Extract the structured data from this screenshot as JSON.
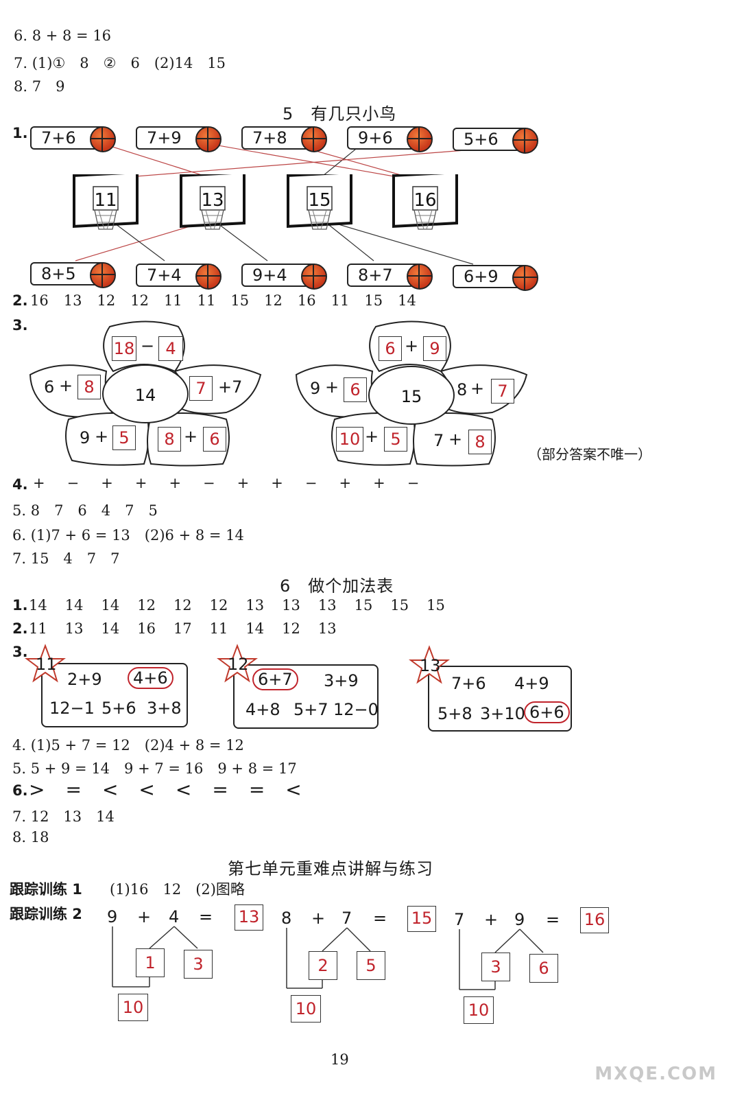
{
  "top": {
    "q6": "6. 8 + 8 = 16",
    "q7": "7. (1)①　8　②　6　(2)14　15",
    "q8": "8. 7　9"
  },
  "section5": {
    "title": "5　有几只小鸟",
    "q1_label": "1.",
    "top_balls": [
      "7+6",
      "7+9",
      "7+8",
      "9+6",
      "5+6"
    ],
    "hoops": [
      "11",
      "13",
      "15",
      "16"
    ],
    "bottom_balls": [
      "8+5",
      "7+4",
      "9+4",
      "8+7",
      "6+9"
    ],
    "q2_label": "2.",
    "q2": [
      "16",
      "13",
      "12",
      "12",
      "11",
      "11",
      "15",
      "12",
      "16",
      "11",
      "15",
      "14"
    ],
    "q3_label": "3.",
    "flower1": {
      "center": "14",
      "top": {
        "a": "18",
        "op": "−",
        "b": "4"
      },
      "left": {
        "a": "6",
        "op": "+",
        "b": "8"
      },
      "right": {
        "a": "7",
        "op": "+7"
      },
      "bl": {
        "a": "9",
        "op": "+",
        "b": "5"
      },
      "br": {
        "a": "8",
        "op": "+",
        "b": "6"
      }
    },
    "flower2": {
      "center": "15",
      "top": {
        "a": "6",
        "op": "+",
        "b": "9"
      },
      "left": {
        "a": "9",
        "op": "+",
        "b": "6"
      },
      "right": {
        "a": "8",
        "op": "+",
        "b": "7"
      },
      "bl": {
        "a": "10",
        "op": "+",
        "b": "5"
      },
      "br": {
        "a": "7",
        "op": "+",
        "b": "8"
      }
    },
    "note": "（部分答案不唯一）",
    "q4_label": "4.",
    "q4": [
      "+",
      "−",
      "+",
      "+",
      "+",
      "−",
      "+",
      "+",
      "−",
      "+",
      "+",
      "−"
    ],
    "q5": "5. 8　7　6　4　7　5",
    "q6": "6. (1)7 + 6 = 13　(2)6 + 8 = 14",
    "q7": "7. 15　4　7　7"
  },
  "section6": {
    "title": "6　做个加法表",
    "q1_label": "1.",
    "q1": [
      "14",
      "14",
      "14",
      "12",
      "12",
      "12",
      "13",
      "13",
      "13",
      "15",
      "15",
      "15"
    ],
    "q2_label": "2.",
    "q2": [
      "11",
      "13",
      "14",
      "16",
      "17",
      "11",
      "14",
      "12",
      "13"
    ],
    "q3_label": "3.",
    "stars": [
      {
        "star": "11",
        "row1": [
          "2+9",
          "4+6"
        ],
        "row2": [
          "12−1",
          "5+6",
          "3+8"
        ]
      },
      {
        "star": "12",
        "row1": [
          "6+7",
          "3+9"
        ],
        "row2": [
          "4+8",
          "5+7",
          "12−0"
        ]
      },
      {
        "star": "13",
        "row1": [
          "7+6",
          "4+9"
        ],
        "row2": [
          "5+8",
          "3+10",
          "6+6"
        ]
      }
    ],
    "q4": "4. (1)5 + 7 = 12　(2)4 + 8 = 12",
    "q5": "5. 5 + 9 = 14　9 + 7 = 16　9 + 8 = 17",
    "q6_label": "6.",
    "q6": [
      ">",
      "=",
      "<",
      "<",
      "<",
      "=",
      "=",
      "<"
    ],
    "q7": "7. 12　13　14",
    "q8": "8. 18"
  },
  "section7": {
    "title": "第七单元重难点讲解与练习",
    "train1_label": "跟踪训练 1",
    "train1": "(1)16　12　(2)图略",
    "train2_label": "跟踪训练 2",
    "problems": [
      {
        "a": "9",
        "b": "4",
        "ans": "13",
        "s1": "1",
        "s2": "3",
        "ten": "10"
      },
      {
        "a": "8",
        "b": "7",
        "ans": "15",
        "s1": "2",
        "s2": "5",
        "ten": "10"
      },
      {
        "a": "7",
        "b": "9",
        "ans": "16",
        "s1": "3",
        "s2": "6",
        "ten": "10"
      }
    ],
    "plus": "+",
    "equals": "="
  },
  "page_number": "19",
  "watermark": "MXQE.COM"
}
